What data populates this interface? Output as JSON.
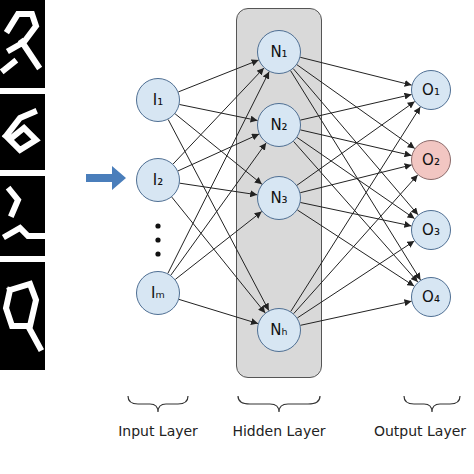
{
  "diagram": {
    "nodes": [
      {
        "text": [
          "I₁"
        ]
      },
      {
        "text": [
          "I₂"
        ]
      },
      {
        "text": [
          "Iₘ"
        ]
      },
      {
        "text": [
          "Hidden Layer"
        ]
      },
      {
        "text": [
          "N₁"
        ],
        "in": 3
      },
      {
        "text": [
          "N₂"
        ],
        "in": 3
      },
      {
        "text": [
          "N₃"
        ],
        "in": 3
      },
      {
        "text": [
          "Nₕ"
        ],
        "in": 3
      },
      {
        "text": [
          "O₁"
        ]
      },
      {
        "text": [
          "O₂"
        ]
      },
      {
        "text": [
          "O₃"
        ]
      },
      {
        "text": [
          "O₄"
        ]
      }
    ],
    "edges": [
      {
        "from": 0,
        "to": 4,
        "arrow": "to"
      },
      {
        "from": 0,
        "to": 5,
        "arrow": "to"
      },
      {
        "from": 0,
        "to": 6,
        "arrow": "to"
      },
      {
        "from": 0,
        "to": 7,
        "arrow": "to"
      },
      {
        "from": 1,
        "to": 4,
        "arrow": "to"
      },
      {
        "from": 1,
        "to": 5,
        "arrow": "to"
      },
      {
        "from": 1,
        "to": 6,
        "arrow": "to"
      },
      {
        "from": 1,
        "to": 7,
        "arrow": "to"
      },
      {
        "from": 2,
        "to": 4,
        "arrow": "to"
      },
      {
        "from": 2,
        "to": 5,
        "arrow": "to"
      },
      {
        "from": 2,
        "to": 6,
        "arrow": "to"
      },
      {
        "from": 2,
        "to": 7,
        "arrow": "to"
      },
      {
        "from": 4,
        "to": 8,
        "arrow": "to"
      },
      {
        "from": 4,
        "to": 9,
        "arrow": "to"
      },
      {
        "from": 4,
        "to": 10,
        "arrow": "to"
      },
      {
        "from": 4,
        "to": 11,
        "arrow": "to"
      },
      {
        "from": 5,
        "to": 8,
        "arrow": "to"
      },
      {
        "from": 5,
        "to": 9,
        "arrow": "to"
      },
      {
        "from": 5,
        "to": 10,
        "arrow": "to"
      },
      {
        "from": 5,
        "to": 11,
        "arrow": "to"
      },
      {
        "from": 6,
        "to": 8,
        "arrow": "to"
      },
      {
        "from": 6,
        "to": 9,
        "arrow": "to"
      },
      {
        "from": 6,
        "to": 10,
        "arrow": "to"
      },
      {
        "from": 6,
        "to": 11,
        "arrow": "to"
      },
      {
        "from": 7,
        "to": 8,
        "arrow": "to"
      },
      {
        "from": 7,
        "to": 9,
        "arrow": "to"
      },
      {
        "from": 7,
        "to": 10,
        "arrow": "to"
      },
      {
        "from": 7,
        "to": 11,
        "arrow": "to"
      }
    ],
    "labels": [
      "Input Layer",
      "Output Layer"
    ]
  }
}
